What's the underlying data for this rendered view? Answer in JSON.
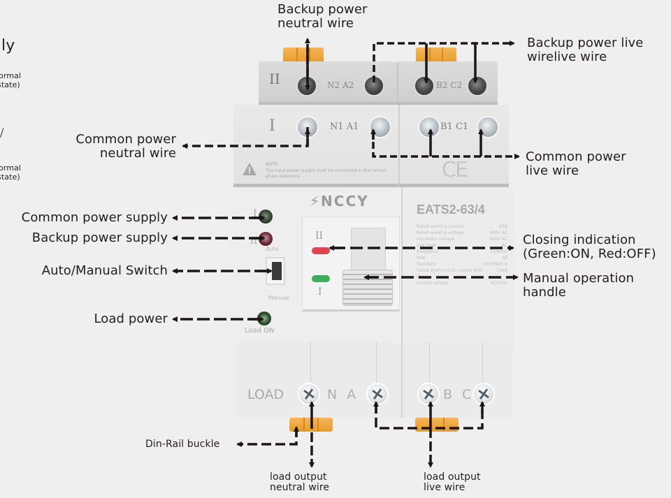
{
  "callouts": {
    "backup_neutral": [
      "Backup power",
      "neutral wire"
    ],
    "backup_live": [
      "Backup power live",
      "wirelive wire"
    ],
    "common_neutral": [
      "Common power",
      "neutral wire"
    ],
    "common_live": [
      "Common power",
      "live wire"
    ],
    "common_supply": "Common power supply",
    "backup_supply": "Backup power supply",
    "auto_manual": "Auto/Manual Switch",
    "load_power": "Load power",
    "closing_indication": [
      "Closing indication",
      "(Green:ON, Red:OFF)"
    ],
    "manual_handle": [
      "Manual operation",
      "handle"
    ],
    "din_rail": "Din-Rail buckle",
    "load_neutral": [
      "load output",
      "neutral wire"
    ],
    "load_live": [
      "load output",
      "live wire"
    ]
  },
  "left_partial": {
    "line1": "ly",
    "line2a": "ormal",
    "line2b": "state)",
    "line3": "/",
    "line4a": "ormal",
    "line4b": "state)"
  },
  "device": {
    "brand": "NCCY",
    "model": "EATS2-63/4",
    "top_row_label": "II",
    "top_terminals_left": "N2 A2",
    "top_terminals_right": "B2 C2",
    "mid_row_label": "I",
    "mid_terminals_left": "N1 A1",
    "mid_terminals_right": "B1 C1",
    "note_title": "NOTE:",
    "note_text": "The input power supply must be connected in the correct phase sequence",
    "ce_mark": "CE",
    "indicator_I": "I",
    "indicator_II": "II",
    "auto_label": "Auto",
    "manual_label": "Manual",
    "load_on_label": "Load ON",
    "closing_II": "II",
    "closing_I": "I",
    "bottom_load_label": "LOAD",
    "bottom_terminals_left": "N A",
    "bottom_terminals_right": "B C",
    "specs": [
      [
        "Rated working current",
        "63A"
      ],
      [
        "Rated working voltage",
        "400V AC"
      ],
      [
        "Insulation voltage",
        "690V AC"
      ],
      [
        "Use class",
        "AC"
      ],
      [
        "Frequency",
        "50/60Hz"
      ],
      [
        "Pole",
        "4P"
      ],
      [
        "Standard",
        "IEC60947-6"
      ],
      [
        "Rated short-circuit current limit",
        "10kA"
      ],
      [
        "IP",
        ""
      ],
      [
        "Control voltage",
        "AC230V"
      ]
    ]
  },
  "colors": {
    "background": "#efefef",
    "arrow": "#1e1616",
    "led_red": "#e0454f",
    "led_green": "#3fae5a",
    "buckle": "#eba33a"
  }
}
